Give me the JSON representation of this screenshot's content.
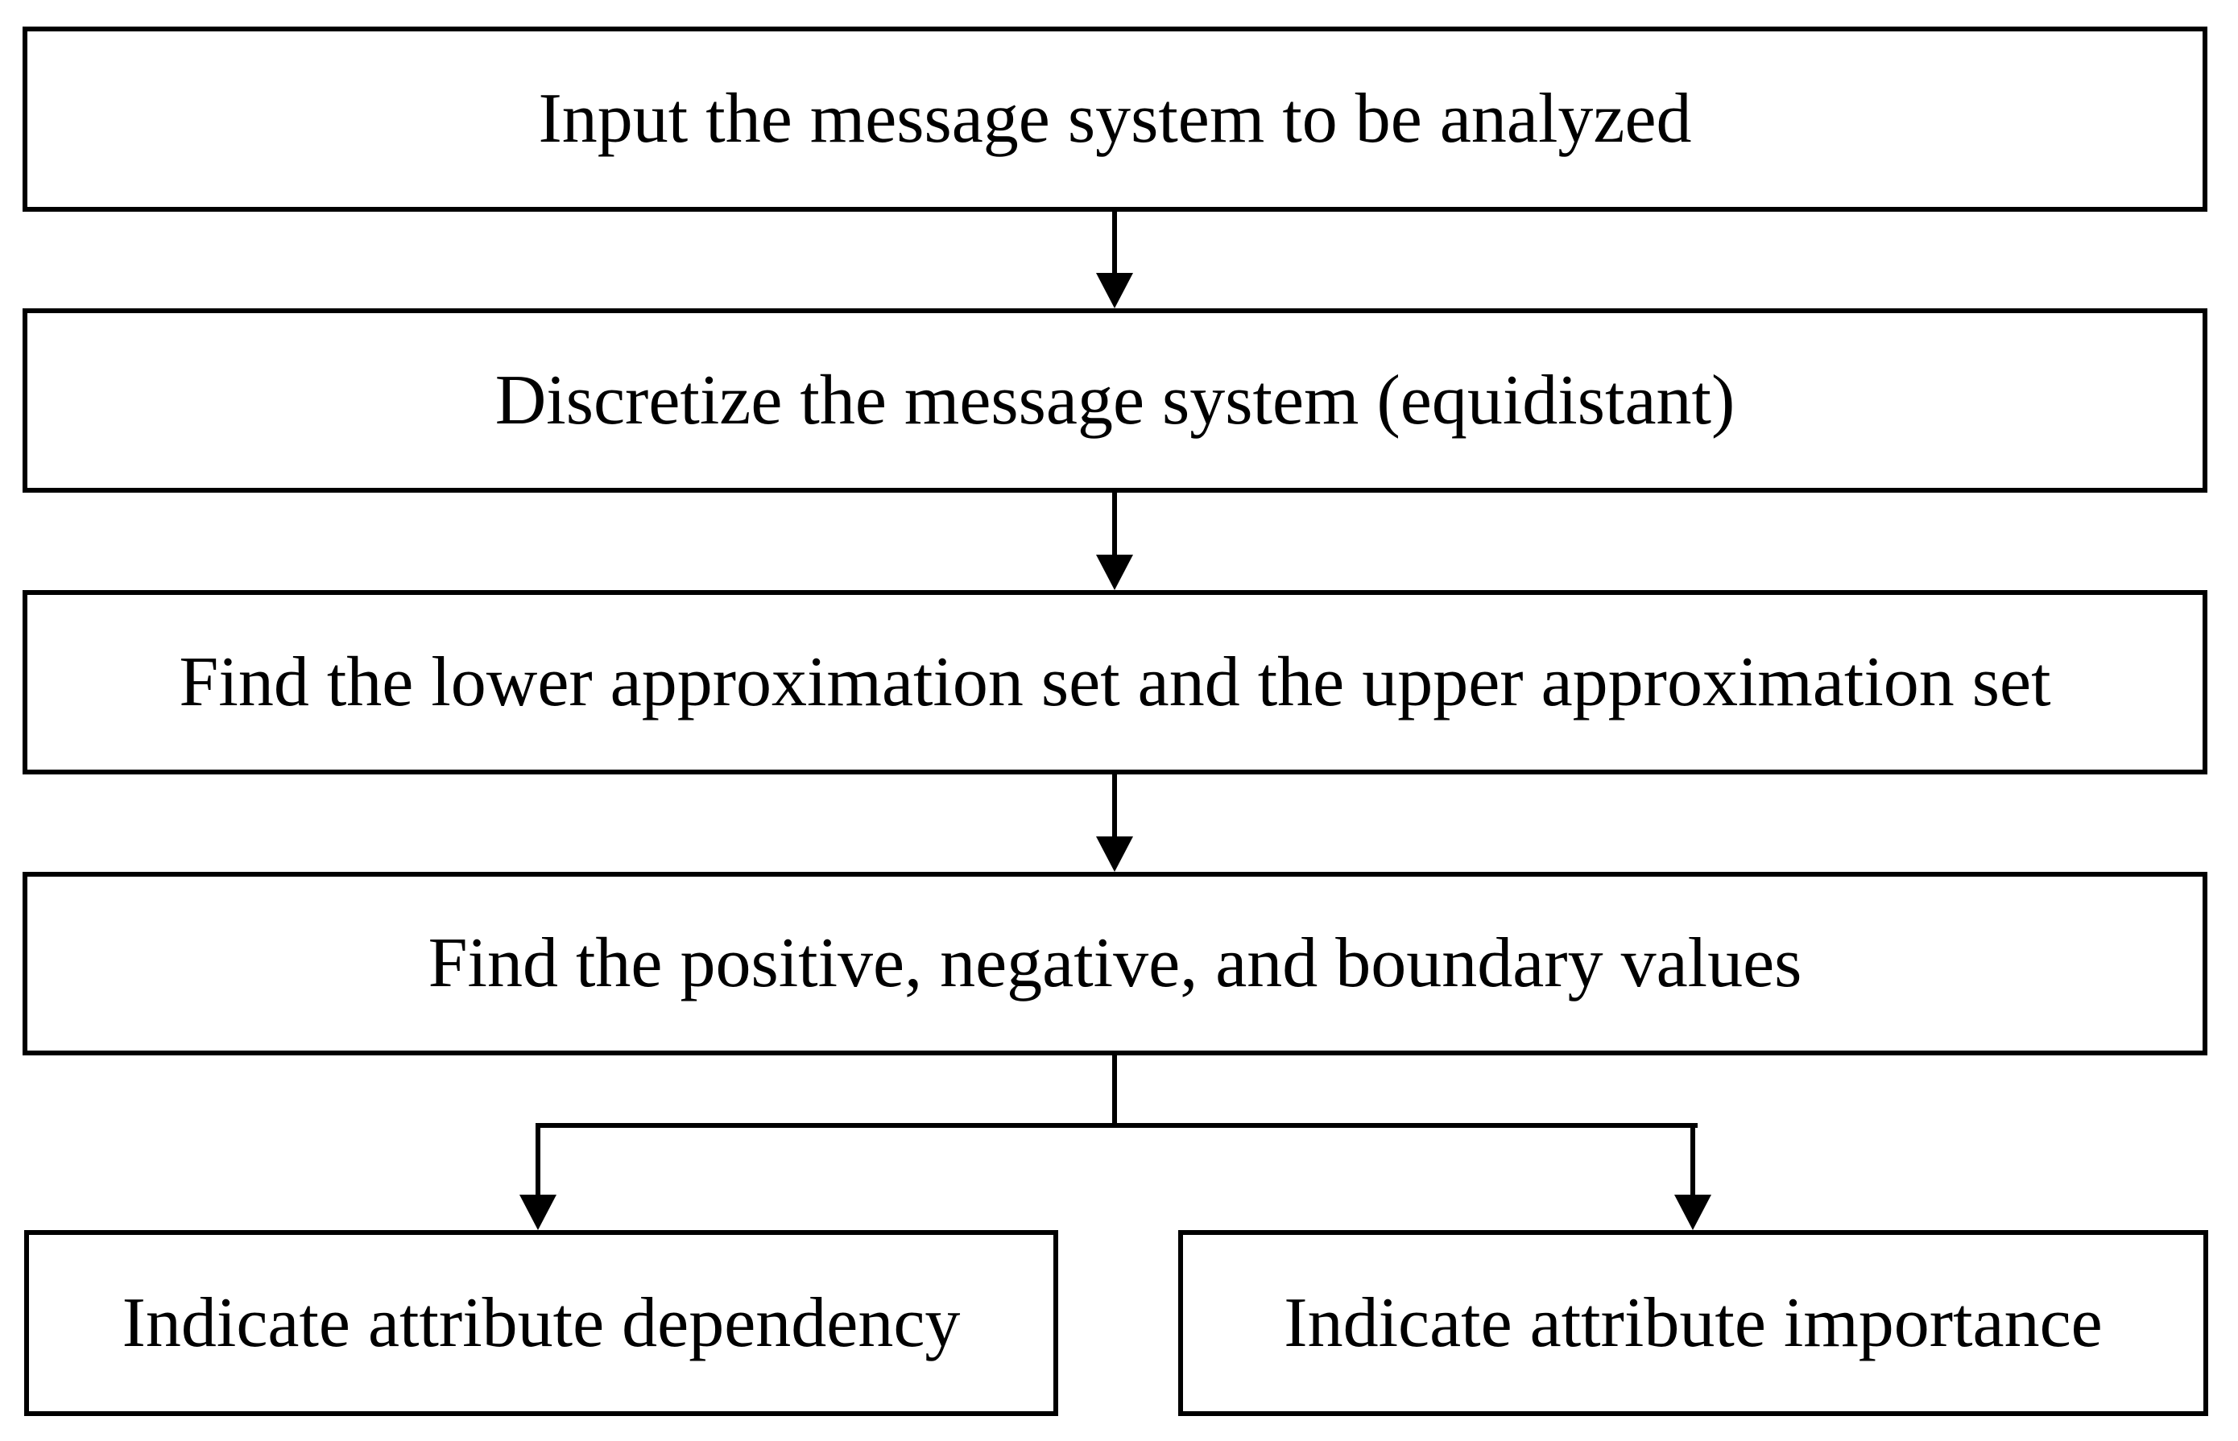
{
  "flowchart": {
    "background_color": "#ffffff",
    "ink_color": "#000000",
    "nodes": [
      {
        "id": "input",
        "label": "Input the message system to be analyzed"
      },
      {
        "id": "discretize",
        "label": "Discretize the message system (equidistant)"
      },
      {
        "id": "approximation",
        "label": "Find the lower approximation set and the upper approximation set"
      },
      {
        "id": "values",
        "label": "Find the positive, negative, and boundary values"
      },
      {
        "id": "dependency",
        "label": "Indicate attribute dependency"
      },
      {
        "id": "importance",
        "label": "Indicate attribute importance"
      }
    ],
    "edges": [
      {
        "from": "input",
        "to": "discretize"
      },
      {
        "from": "discretize",
        "to": "approximation"
      },
      {
        "from": "approximation",
        "to": "values"
      },
      {
        "from": "values",
        "to": "dependency"
      },
      {
        "from": "values",
        "to": "importance"
      }
    ]
  }
}
